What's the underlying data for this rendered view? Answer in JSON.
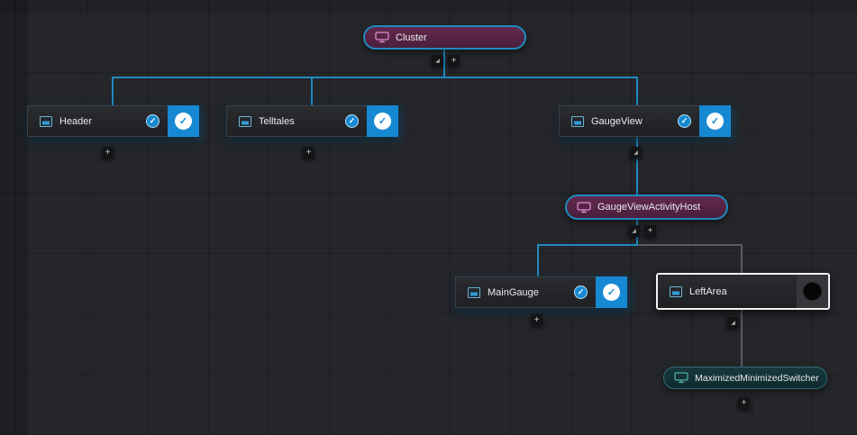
{
  "glyphs": {
    "check": "✓",
    "expand": "◢",
    "add": "+"
  },
  "colors": {
    "accent_blue": "#1789d3",
    "link_blue": "#1f8ac0",
    "link_gray": "#595c60",
    "selection_white": "#f2f2f2",
    "activity_pill_fill": "#5c2747",
    "switcher_pill_fill": "#16393e"
  },
  "nodes": {
    "cluster": {
      "label": "Cluster",
      "kind": "activity-host"
    },
    "header": {
      "label": "Header",
      "kind": "view",
      "checked": true
    },
    "telltales": {
      "label": "Telltales",
      "kind": "view",
      "checked": true
    },
    "gaugeview": {
      "label": "GaugeView",
      "kind": "view",
      "checked": true
    },
    "gaugeviewactivityhost": {
      "label": "GaugeViewActivityHost",
      "kind": "activity-host"
    },
    "maingauge": {
      "label": "MainGauge",
      "kind": "view",
      "checked": true
    },
    "leftarea": {
      "label": "LeftArea",
      "kind": "view",
      "checked": false,
      "selected": true
    },
    "maximizedminimizedswitcher": {
      "label": "MaximizedMinimizedSwitcher",
      "kind": "activity-host"
    }
  }
}
